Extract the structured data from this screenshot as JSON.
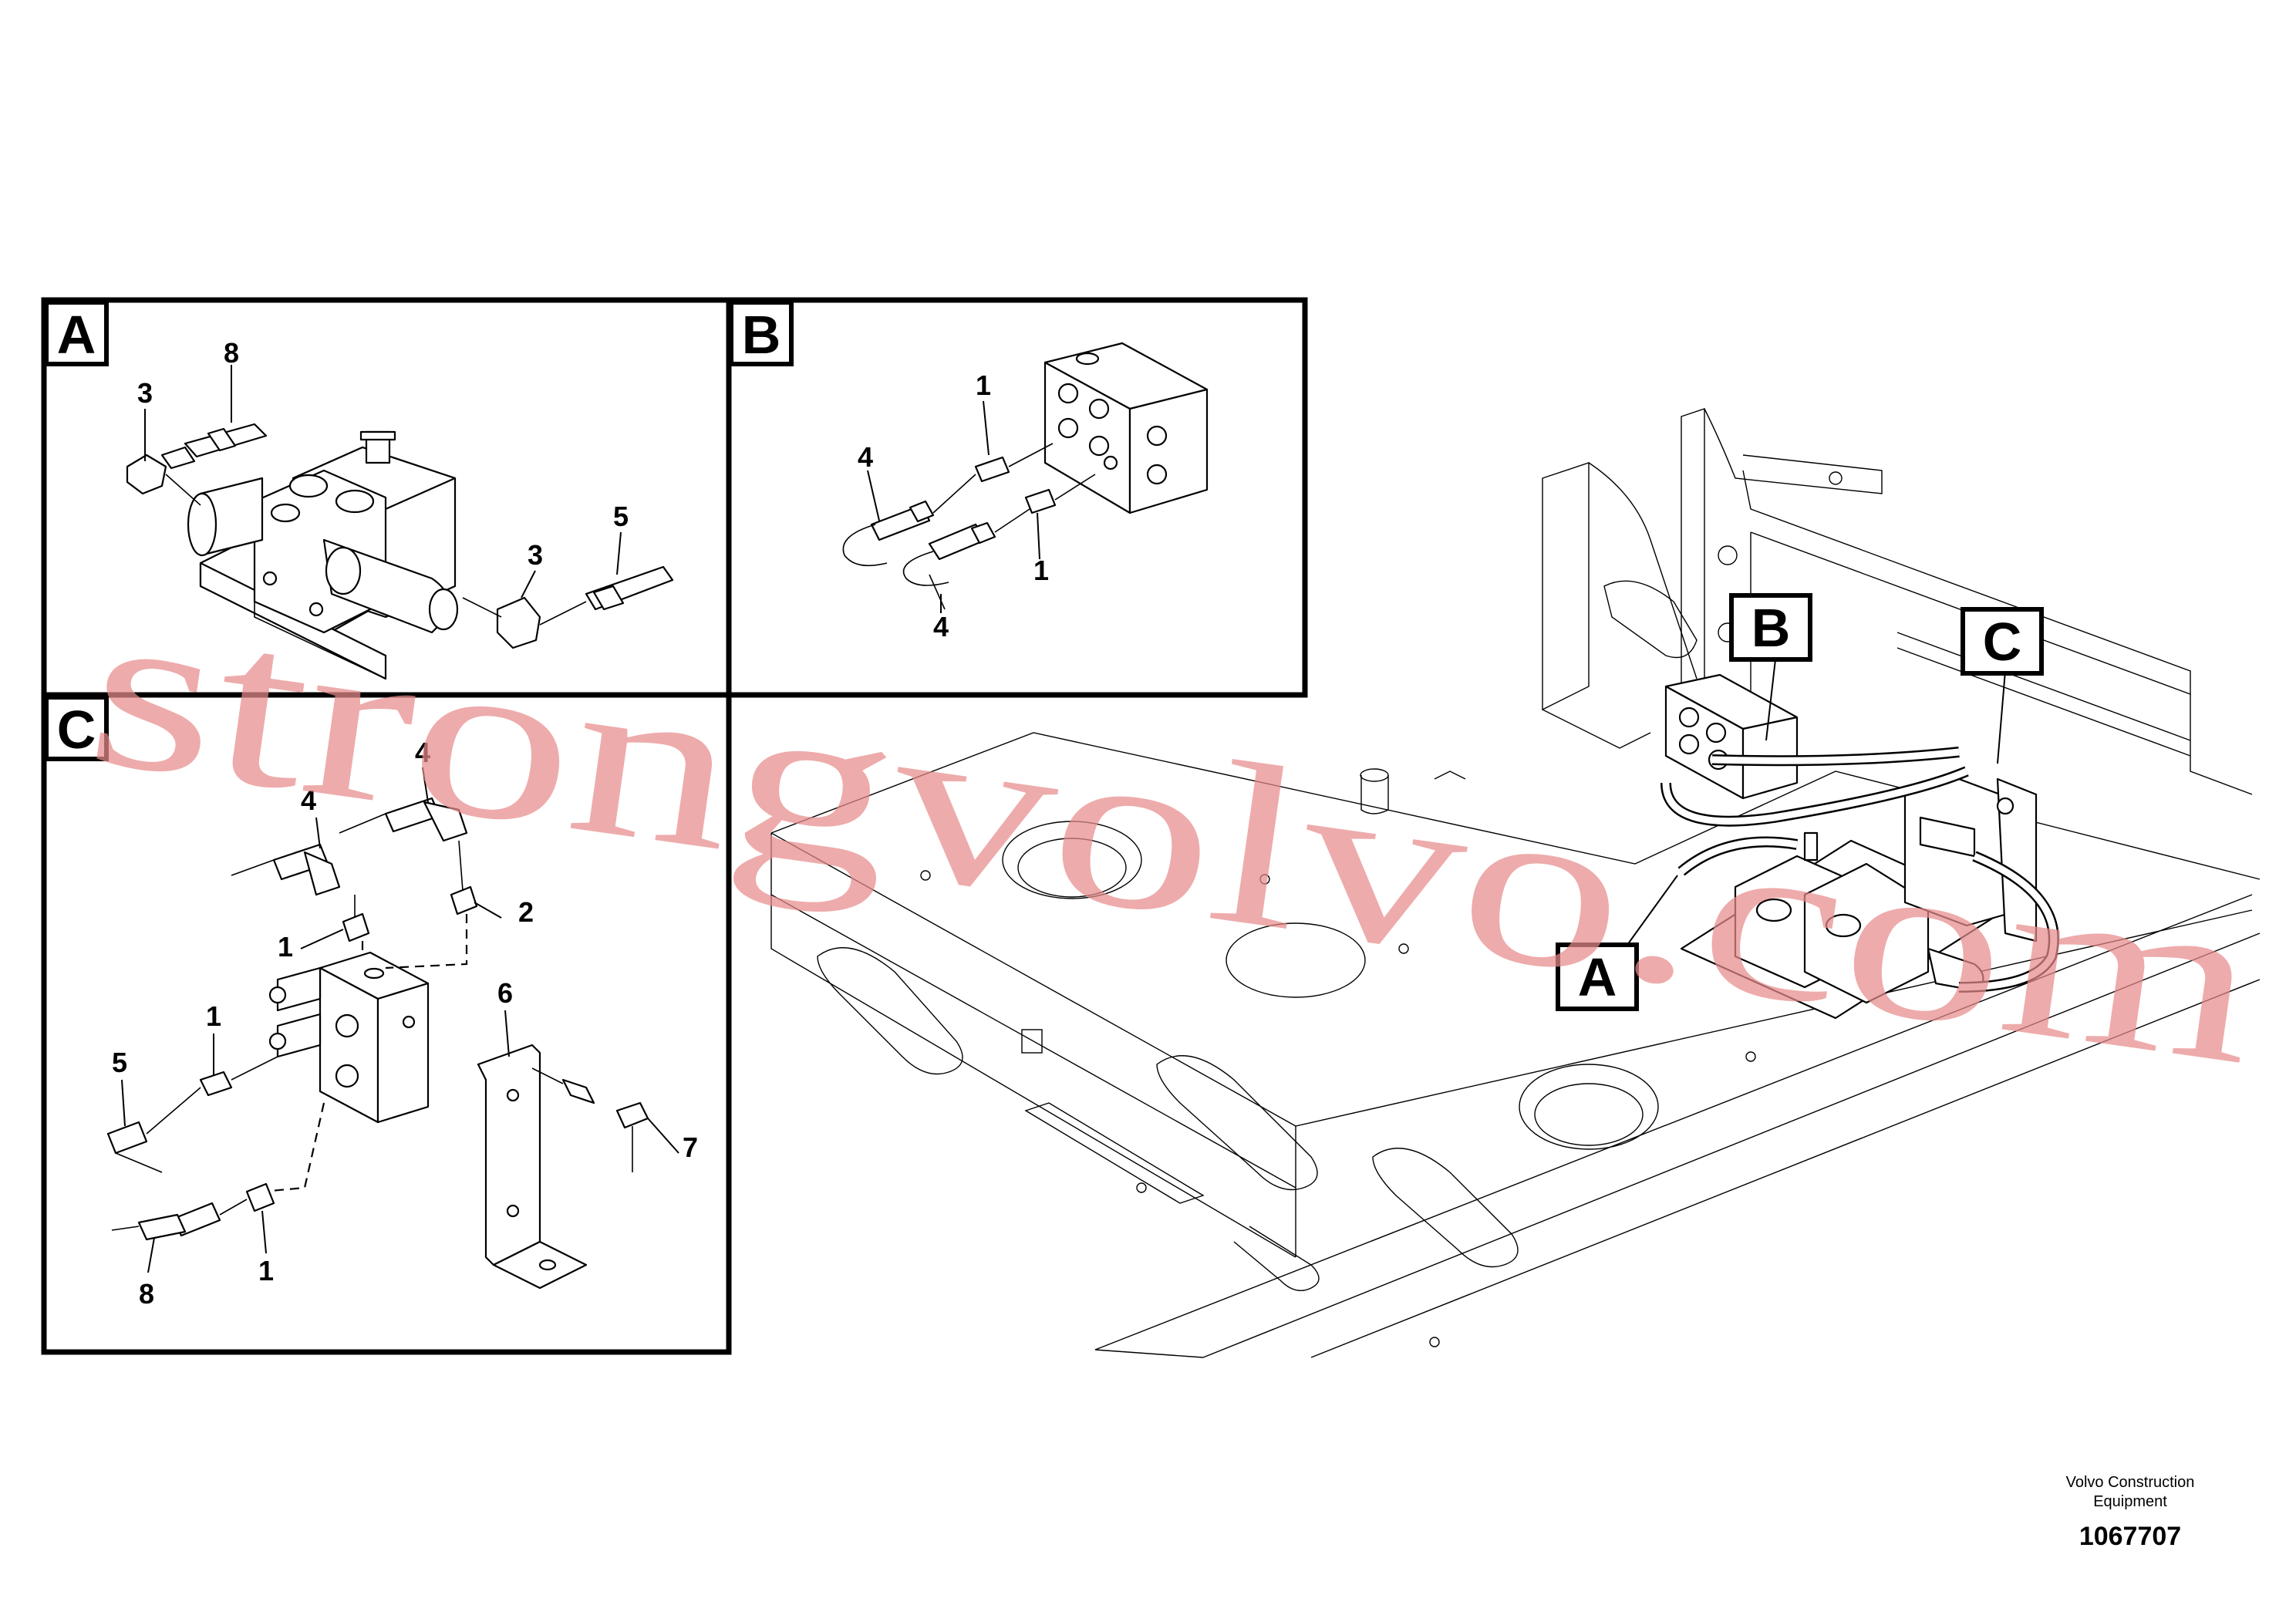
{
  "panels": {
    "a": {
      "tag": "A",
      "callouts": [
        "8",
        "3",
        "3",
        "5"
      ]
    },
    "b": {
      "tag": "B",
      "callouts": [
        "1",
        "4",
        "1",
        "4"
      ]
    },
    "c": {
      "tag": "C",
      "callouts": [
        "4",
        "4",
        "2",
        "1",
        "1",
        "5",
        "6",
        "7",
        "8",
        "1"
      ]
    }
  },
  "overview": {
    "tags": [
      "B",
      "C",
      "A"
    ]
  },
  "watermark": "strongvolvo.com",
  "footer": {
    "company_line1": "Volvo Construction",
    "company_line2": "Equipment",
    "drawing_number": "1067707"
  },
  "colors": {
    "line": "#000000",
    "watermark": "#e88a8a",
    "background": "#ffffff"
  }
}
